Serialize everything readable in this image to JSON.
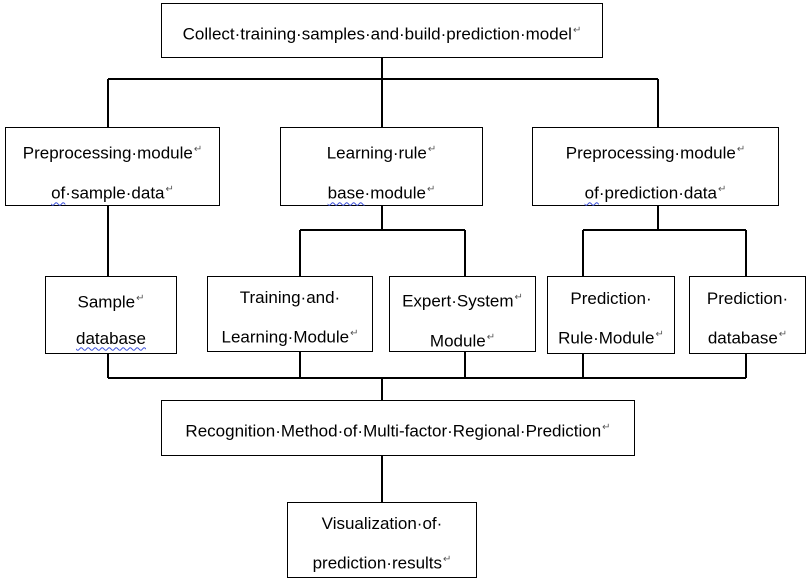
{
  "diagram": {
    "paragraph_mark": "↵",
    "top": {
      "l1": "Collect·training·samples·and·build·prediction·model"
    },
    "pre_sample": {
      "l1": "Preprocessing·module",
      "l2_a": "of",
      "l2_b": "·sample·data"
    },
    "learning_rule": {
      "l1": "Learning·rule",
      "l2_a": "base",
      "l2_b": "·module"
    },
    "pre_pred": {
      "l1": "Preprocessing·module",
      "l2_a": "of",
      "l2_b": "·prediction·data"
    },
    "sample_db": {
      "l1": "Sample",
      "l2": "database"
    },
    "training": {
      "l1": "Training·and·",
      "l2": "Learning·Module"
    },
    "expert": {
      "l1": "Expert·System",
      "l2": "Module"
    },
    "pred_rule": {
      "l1": "Prediction·",
      "l2": "Rule·Module"
    },
    "pred_db": {
      "l1": "Prediction·",
      "l2": "database"
    },
    "recognition": {
      "l1": "Recognition·Method·of·Multi-factor·Regional·Prediction"
    },
    "visual": {
      "l1": "Visualization·of·",
      "l2": "prediction·results"
    }
  }
}
